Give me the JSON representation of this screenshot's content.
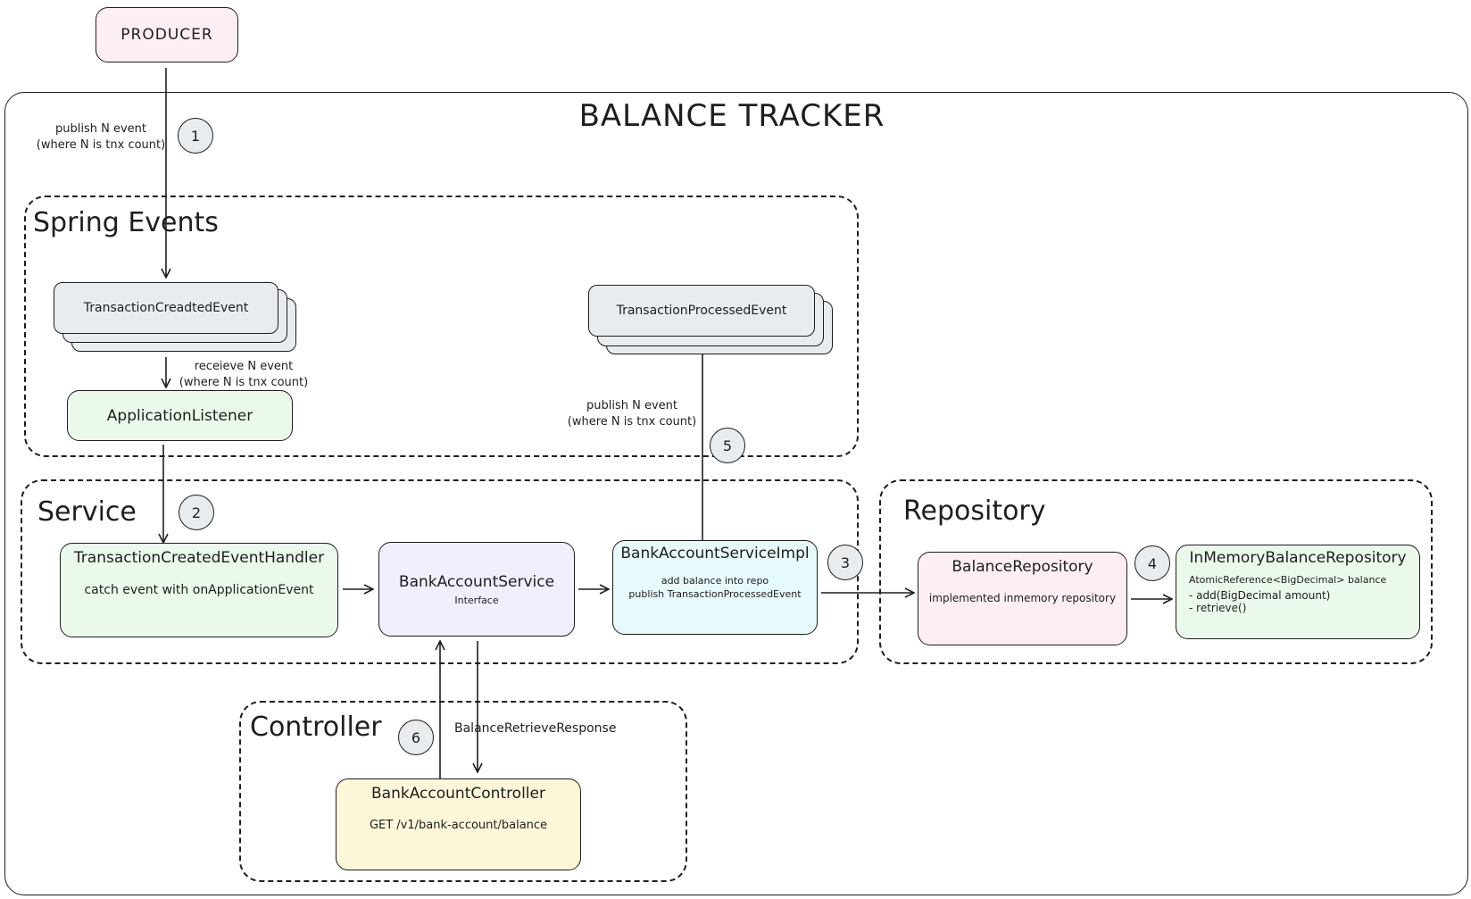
{
  "producer": {
    "label": "PRODUCER"
  },
  "balance_tracker": {
    "title": "BALANCE TRACKER"
  },
  "groups": {
    "spring_events": "Spring Events",
    "service": "Service",
    "repository": "Repository",
    "controller": "Controller"
  },
  "nodes": {
    "transaction_created_event": {
      "title": "TransactionCreadtedEvent"
    },
    "transaction_processed_event": {
      "title": "TransactionProcessedEvent"
    },
    "application_listener": {
      "title": "ApplicationListener"
    },
    "event_handler": {
      "title": "TransactionCreatedEventHandler",
      "desc": "catch event with onApplicationEvent"
    },
    "bank_account_service": {
      "title": "BankAccountService",
      "desc": "Interface"
    },
    "bank_account_service_impl": {
      "title": "BankAccountServiceImpl",
      "desc1": "add balance into repo",
      "desc2": "publish TransactionProcessedEvent"
    },
    "balance_repository": {
      "title": "BalanceRepository",
      "desc": "implemented inmemory repository"
    },
    "inmemory_balance_repository": {
      "title": "InMemoryBalanceRepository",
      "line1": "AtomicReference<BigDecimal> balance",
      "line2": "- add(BigDecimal amount)",
      "line3": "- retrieve()"
    },
    "bank_account_controller": {
      "title": "BankAccountController",
      "desc": "GET /v1/bank-account/balance"
    }
  },
  "labels": {
    "publish_n_event_1": "publish N event",
    "publish_n_event_1_sub": "(where N is tnx count)",
    "receive_n_event": "receieve N event",
    "receive_n_event_sub": "(where N is tnx count)",
    "publish_n_event_5": "publish N event",
    "publish_n_event_5_sub": "(where N is tnx count)",
    "balance_retrieve_response": "BalanceRetrieveResponse"
  },
  "steps": [
    "1",
    "2",
    "3",
    "4",
    "5",
    "6"
  ],
  "colors": {
    "stroke": "#1e1e1e",
    "pink": "#fdeef5",
    "green": "#ebf9ec",
    "lavender": "#f0effe",
    "cyan": "#e6f9fb",
    "yellow": "#fdf7d9",
    "gray": "#e9ecef"
  }
}
